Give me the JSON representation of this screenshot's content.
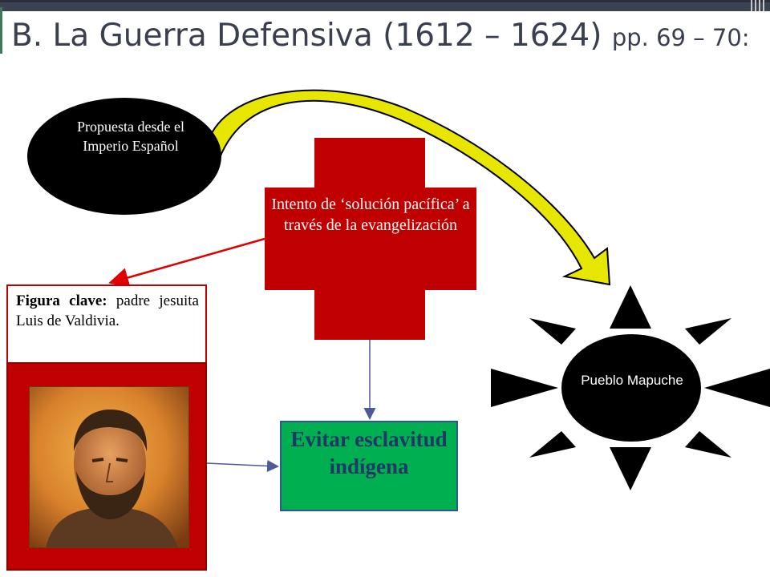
{
  "slide": {
    "title_main": "B. La Guerra Defensiva (1612 – 1624) ",
    "title_pages": "pp. 69 – 70:"
  },
  "nodes": {
    "proposal": "Propuesta desde el Imperio Español",
    "attempt": "Intento de ‘solución pacífica’ a través de la evangelización",
    "people": "Pueblo Mapuche",
    "key_figure_label": "Figura clave:",
    "key_figure_text": " padre jesuita Luis de Valdivia.",
    "goal": "Evitar esclavitud indígena"
  },
  "colors": {
    "title": "#3a3f4f",
    "topbar": "#3b4252",
    "cross": "#c00000",
    "ellipse": "#000000",
    "arrow_yellow": "#e6e600",
    "goal_fill": "#00b050",
    "goal_text": "#1f3864",
    "connector_red": "#e00000",
    "connector_blue": "#4a5a9a"
  },
  "icons": {
    "cross": "red-cross-shape",
    "sun": "sun-burst-shape",
    "portrait": "portrait-painting"
  }
}
